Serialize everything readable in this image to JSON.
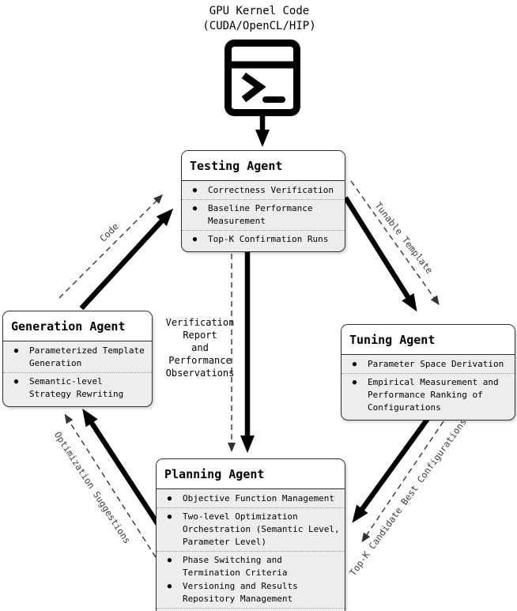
{
  "title": {
    "line1": "GPU Kernel Code",
    "line2": "(CUDA/OpenCL/HIP)"
  },
  "agents": {
    "testing": {
      "title": "Testing Agent",
      "items": [
        "Correctness Verification",
        "Baseline Performance Measurement",
        "Top-K Confirmation Runs"
      ]
    },
    "generation": {
      "title": "Generation Agent",
      "items": [
        "Parameterized Template Generation",
        "Semantic-level Strategy Rewriting"
      ]
    },
    "tuning": {
      "title": "Tuning Agent",
      "items": [
        "Parameter Space Derivation",
        "Empirical Measurement and Performance Ranking of Configurations"
      ]
    },
    "planning": {
      "title": "Planning Agent",
      "items": [
        "Objective Function Management",
        "Two-level Optimization Orchestration (Semantic Level, Parameter Level)",
        "Phase Switching and Termination Criteria",
        "Versioning and Results Repository Management"
      ]
    }
  },
  "flow_labels": {
    "code": "Code",
    "tunable_template": "Tunable Template",
    "verification": "Verification\nReport\nand\nPerformance\nObservations",
    "optimization_suggestions": "Optimization Suggestions",
    "topk": "Top-K Candidate Best Configurations"
  },
  "bullet_glyph": "●",
  "colors": {
    "box_border": "#2e2e2e",
    "box_header_bg": "#ffffff",
    "box_body_bg": "#ededed",
    "solid_arrow": "#000000",
    "dashed_arrow": "#333333",
    "divider": "#999999"
  }
}
